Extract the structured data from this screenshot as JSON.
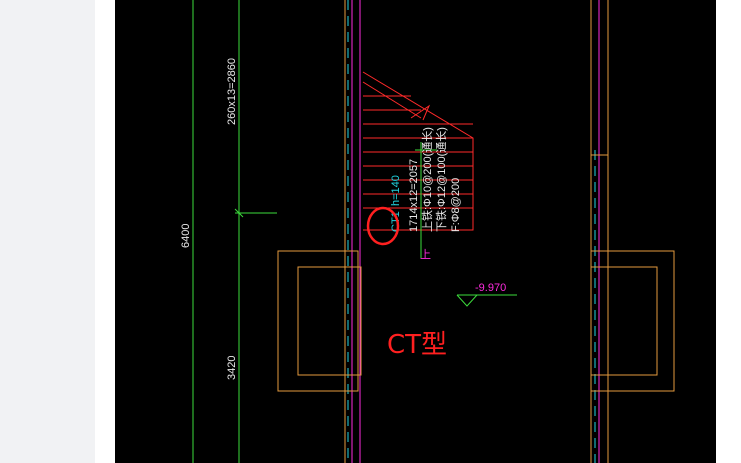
{
  "drawing": {
    "dim_vertical_total": "6400",
    "dim_vertical_lower": "3420",
    "dim_steps": "260x13=2860",
    "stair_label": "CT1",
    "stair_height": "h=140",
    "stair_spec": "1714x12=2057",
    "rebar_top": "上铁:Φ10@200(通长)",
    "rebar_bottom": "下铁:Φ12@100(通长)",
    "rebar_dist": "F:Φ8@200",
    "level_mark": "-9.970",
    "direction_char": "上"
  },
  "annotation": {
    "label": "CT型",
    "color": "#ff2020"
  },
  "colors": {
    "canvas_bg": "#000000",
    "wall_orange": "#e39a3e",
    "line_magenta": "#ff2cdf",
    "line_green": "#3cdc3c",
    "line_white": "#e8e8e8",
    "line_cyan": "#22d4e0",
    "line_red": "#ff2a2a"
  }
}
